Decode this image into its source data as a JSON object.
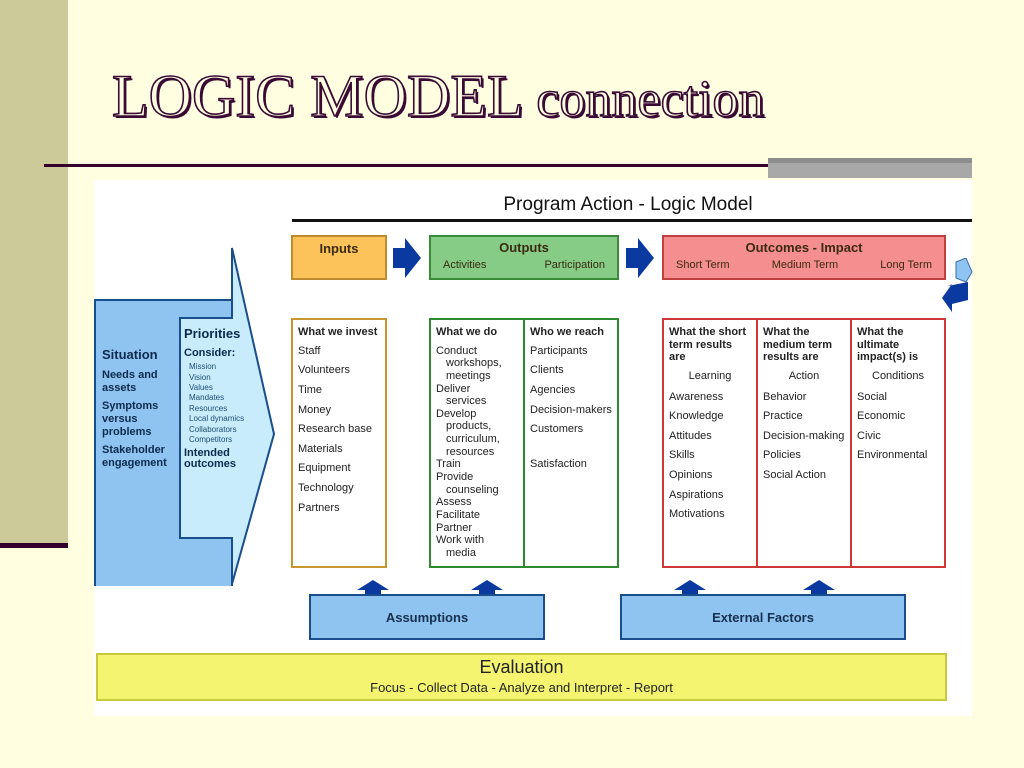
{
  "slide": {
    "title_main": "LOGIC MODEL",
    "title_suffix": "connection"
  },
  "diagram": {
    "title": "Program Action - Logic Model",
    "situation": {
      "heading": "Situation",
      "items": [
        "Needs and assets",
        "Symptoms versus problems",
        "Stakeholder engagement"
      ]
    },
    "priorities": {
      "heading": "Priorities",
      "consider_label": "Consider:",
      "items": [
        "Mission",
        "Vision",
        "Values",
        "Mandates",
        "Resources",
        "Local dynamics",
        "Collaborators",
        "Competitors"
      ],
      "tail": "Intended outcomes"
    },
    "headers": {
      "inputs": "Inputs",
      "outputs": "Outputs",
      "outputs_sub": [
        "Activities",
        "Participation"
      ],
      "outcomes": "Outcomes - Impact",
      "outcomes_sub": [
        "Short Term",
        "Medium Term",
        "Long Term"
      ]
    },
    "inputs": {
      "heading": "What we invest",
      "items": [
        "Staff",
        "Volunteers",
        "Time",
        "Money",
        "Research base",
        "Materials",
        "Equipment",
        "Technology",
        "Partners"
      ]
    },
    "activities": {
      "heading": "What we do",
      "items": [
        {
          "first": "Conduct",
          "rest": "workshops, meetings"
        },
        {
          "first": "Deliver",
          "rest": "services"
        },
        {
          "first": "Develop",
          "rest": "products, curriculum, resources"
        },
        {
          "first": "Train",
          "rest": ""
        },
        {
          "first": "Provide",
          "rest": "counseling"
        },
        {
          "first": "Assess",
          "rest": ""
        },
        {
          "first": "Facilitate",
          "rest": ""
        },
        {
          "first": "Partner",
          "rest": ""
        },
        {
          "first": "Work with",
          "rest": "media"
        }
      ]
    },
    "participation": {
      "heading": "Who we reach",
      "items": [
        "Participants",
        "Clients",
        "Agencies",
        "Decision-makers",
        "Customers"
      ],
      "extra": "Satisfaction"
    },
    "short_term": {
      "heading": "What the short term results are",
      "category": "Learning",
      "items": [
        "Awareness",
        "Knowledge",
        "Attitudes",
        "Skills",
        "Opinions",
        "Aspirations",
        "Motivations"
      ]
    },
    "medium_term": {
      "heading": "What the medium term results are",
      "category": "Action",
      "items": [
        "Behavior",
        "Practice",
        "Decision-making",
        "Policies",
        "Social Action"
      ]
    },
    "long_term": {
      "heading": "What the ultimate impact(s) is",
      "category": "Conditions",
      "items": [
        "Social",
        "Economic",
        "Civic",
        "Environmental"
      ]
    },
    "assumptions": "Assumptions",
    "external_factors": "External Factors",
    "evaluation": {
      "heading": "Evaluation",
      "steps": "Focus - Collect Data - Analyze and Interpret - Report"
    }
  }
}
